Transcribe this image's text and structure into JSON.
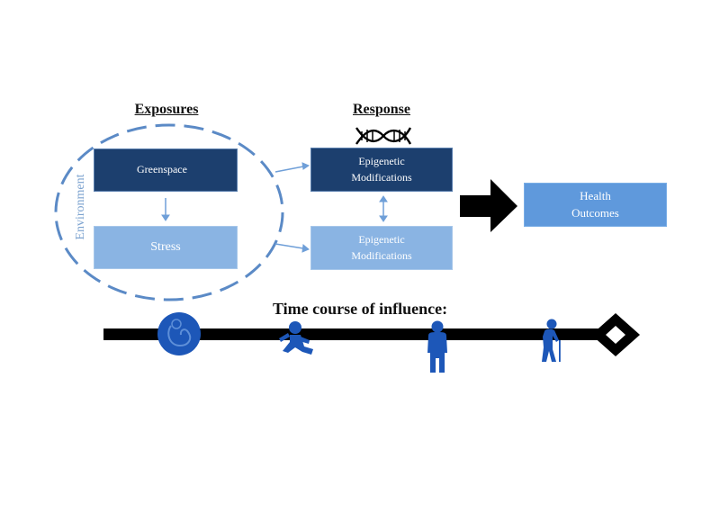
{
  "headings": {
    "exposures": "Exposures",
    "response": "Response"
  },
  "environment_label": "Environment",
  "boxes": {
    "greenspace": "Greenspace",
    "stress": "Stress",
    "epigenetic_top_line1": "Epigenetic",
    "epigenetic_top_line2": "Modifications",
    "epigenetic_bottom_line1": "Epigenetic",
    "epigenetic_bottom_line2": "Modifications",
    "health_line1": "Health",
    "health_line2": "Outcomes"
  },
  "timeline": {
    "title": "Time course of influence:",
    "stages": [
      "fetus-icon",
      "infant-icon",
      "adult-icon",
      "elderly-icon"
    ]
  },
  "colors": {
    "dark_box": "#1c3f6e",
    "light_box": "#8ab4e3",
    "health_box": "#5f99dc",
    "icon_blue": "#1d57b8",
    "dashed_circle": "#5b8ac6"
  }
}
